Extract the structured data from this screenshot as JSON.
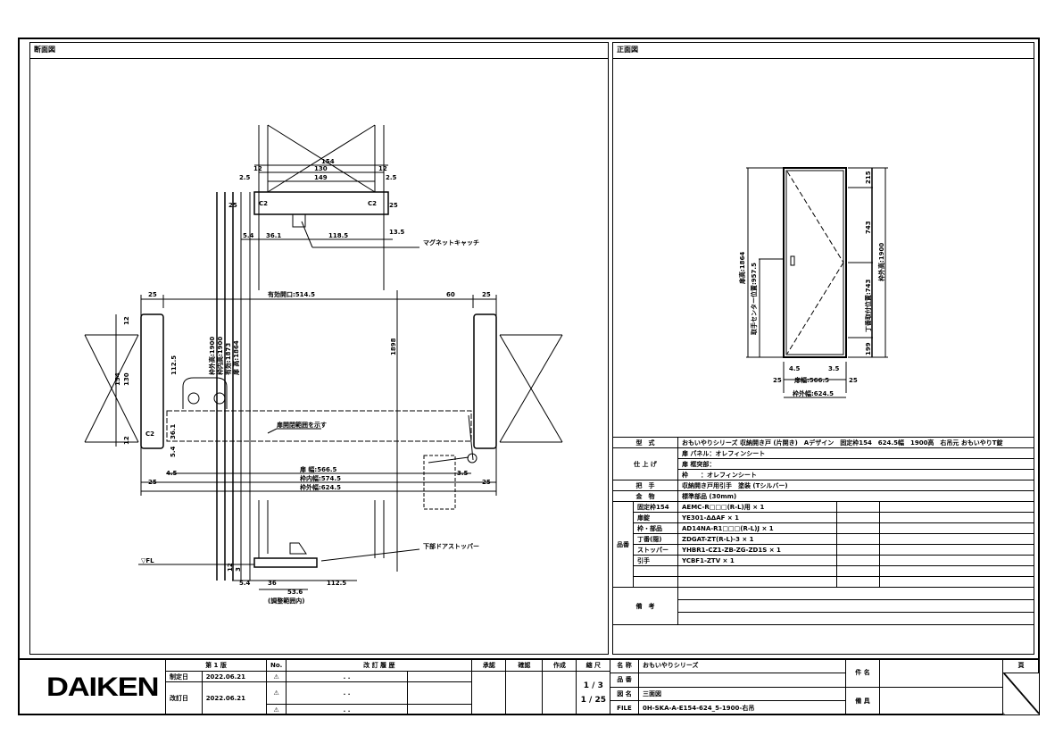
{
  "sections": {
    "left_title": "断面図",
    "right_title": "正面図"
  },
  "section_view": {
    "top": {
      "d154": "154",
      "d130": "130",
      "d149": "149",
      "d12a": "12",
      "d12b": "12",
      "d25a": "2.5",
      "d25b": "2.5",
      "c2a": "C2",
      "c2b": "C2",
      "d25c": "25",
      "d25d": "25",
      "d54": "5.4",
      "d361": "36.1",
      "d1185": "118.5",
      "d135": "13.5",
      "magnet": "マグネットキャッチ"
    },
    "main": {
      "d25l": "25",
      "opening": "有効開口:514.5",
      "d60": "60",
      "d25r": "25",
      "d12l": "12",
      "d12l2": "12",
      "d1125": "112.5",
      "d154": "154",
      "d130": "130",
      "c2": "C2",
      "d361": "36.1",
      "d54": "5.4",
      "d45": "4.5",
      "d35": "3.5",
      "d25bl": "25",
      "d25br": "25",
      "d1898": "1898",
      "h1": "枠外高:1900",
      "h2": "枠内高:1900",
      "h3": "有効:1873",
      "h4": "扉 高:1864",
      "panel_note": "扉開閉範囲を示す",
      "door_w": "扉 幅:566.5",
      "inner_w": "枠内幅:574.5",
      "outer_w": "枠外幅:624.5"
    },
    "bottom": {
      "fl": "▽FL",
      "stopper": "下部ドアストッパー",
      "d54": "5.4",
      "d36": "36",
      "d1125": "112.5",
      "d536": "53.6",
      "range": "(調整範囲内)",
      "d12": "12",
      "d3": "3"
    }
  },
  "front_view": {
    "door_h": "扉高:1864",
    "handle_h": "取手センター位置:957.5",
    "d215": "215",
    "d743": "743",
    "hinge": "丁番取付位置:743",
    "d199": "199",
    "frame_h": "枠外高:1900",
    "d45": "4.5",
    "d35": "3.5",
    "d25l": "25",
    "d25r": "25",
    "door_w": "扉幅:566.5",
    "outer_w": "枠外幅:624.5"
  },
  "spec": {
    "model_label": "型　式",
    "model": "おもいやりシリーズ 収納開き戸 (片開き)　Aデザイン　固定枠154　624.5幅　1900高　右吊元 おもいやりT錠",
    "finish_label": "仕 上 げ",
    "finish": [
      "扉 パネル：オレフィンシート",
      "扉 框突部：",
      "枠　　：オレフィンシート"
    ],
    "handle_label": "把　手",
    "handle": "収納開き戸用引手　塗装 (Tシルバー)",
    "lock_label": "金　物",
    "lock": "標準部品 (30mm)",
    "parts_label": "品番",
    "parts": [
      {
        "name": "固定枠154",
        "code": "AEMC-R□□□(R-L)用 × 1"
      },
      {
        "name": "扉錠",
        "code": "YE301-ΔΔAF × 1"
      },
      {
        "name": "枠・部品",
        "code": "AD14NA-R1□□□(R-L)J × 1"
      },
      {
        "name": "丁番(隠)",
        "code": "ZDGAT-ZT(R-L)-3 × 1"
      },
      {
        "name": "ストッパー",
        "code": "YHBR1-CZ1-ZB-ZG-ZD1S × 1"
      },
      {
        "name": "引手",
        "code": "YCBF1-ZTV × 1"
      },
      {
        "name": "",
        "code": ""
      },
      {
        "name": "",
        "code": ""
      }
    ],
    "remarks_label": "備　考"
  },
  "title_block": {
    "logo": "DAIKEN",
    "edition": "第 1 版",
    "established_label": "制定日",
    "established": "2022.06.21",
    "revised_label": "改訂日",
    "revised": "2022.06.21",
    "no_label": "No.",
    "history_label": "改 訂 履 歴",
    "history_dots": [
      ". .",
      ". .",
      ". ."
    ],
    "approve": "承認",
    "check": "確認",
    "create": "作成",
    "scale_label": "縮 尺",
    "scale1": "1 / 3",
    "scale2": "1 / 25",
    "name_label": "名 称",
    "name": "おもいやりシリーズ",
    "part_label": "品 番",
    "part": "",
    "drawing_label": "図 名",
    "drawing": "三面図",
    "file_label": "FILE",
    "file": "0H-SKA-A-E154-624_5-1900-右吊",
    "subject_label": "件 名",
    "notes_label": "備 具",
    "page_label": "頁"
  }
}
